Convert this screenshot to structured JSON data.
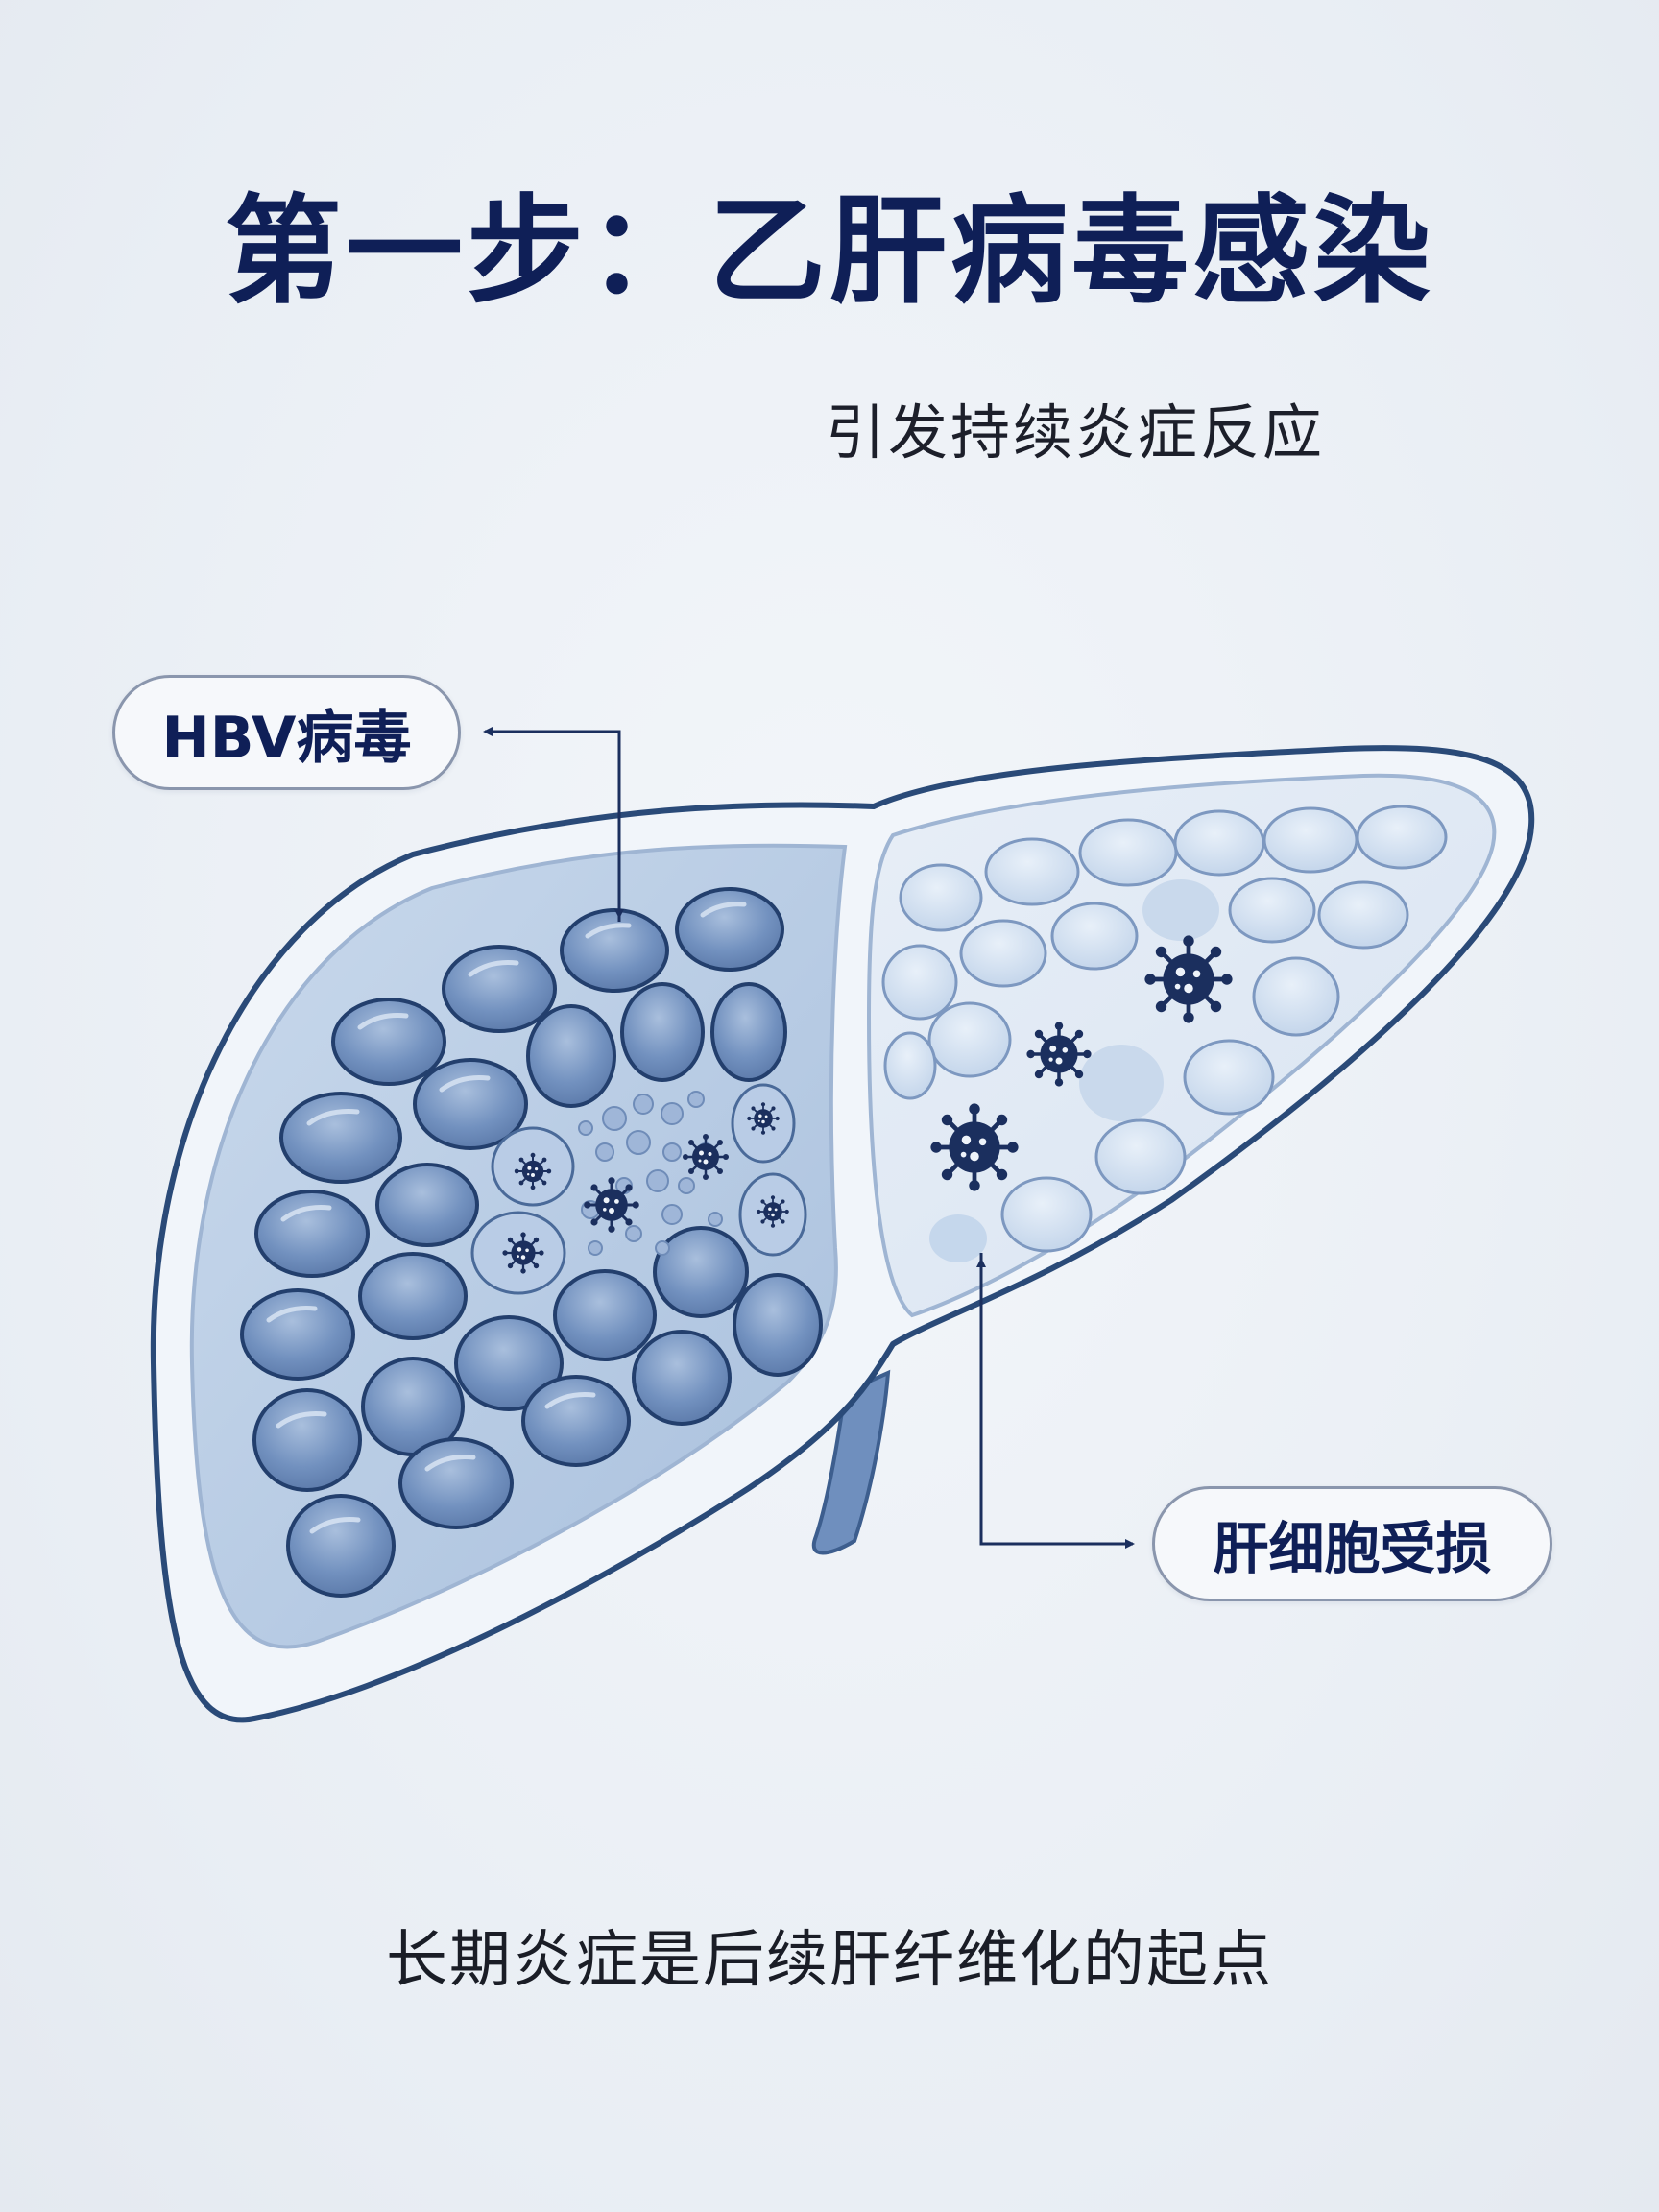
{
  "title": "第一步：乙肝病毒感染",
  "subtitle": "引发持续炎症反应",
  "labels": {
    "hbv": "HBV病毒",
    "damage": "肝细胞受损"
  },
  "caption": "长期炎症是后续肝纤维化的起点",
  "colors": {
    "title": "#0f1f57",
    "outline": "#2a4a78",
    "cell_healthy": "#6f8fbe",
    "cell_damaged": "#c5d8ec",
    "virus": "#1b2f5e",
    "background": "#ecf0f5"
  },
  "icons": [
    "virus-icon",
    "arrow-icon"
  ]
}
